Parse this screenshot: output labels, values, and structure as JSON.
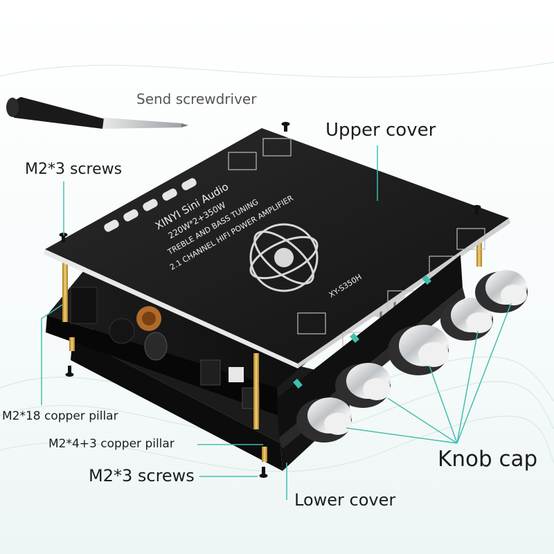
{
  "image": {
    "accent_color": "#3fbfb0",
    "labels": {
      "screwdriver": "Send screwdriver",
      "upper_cover": "Upper cover",
      "top_screws": "M2*3 screws",
      "pillar_18": "M2*18 copper pillar",
      "pillar_4_3": "M2*4+3 copper pillar",
      "bottom_screws": "M2*3 screws",
      "lower_cover": "Lower cover",
      "knob_cap": "Knob cap"
    },
    "panel_text": {
      "brand": "XINYI Sini Audio",
      "power": "220W*2+350W",
      "tuning": "TREBLE AND BASS TUNING",
      "amplifier": "2.1 CHANNEL HIFI POWER AMPLIFIER",
      "model": "XY-S350H"
    }
  }
}
